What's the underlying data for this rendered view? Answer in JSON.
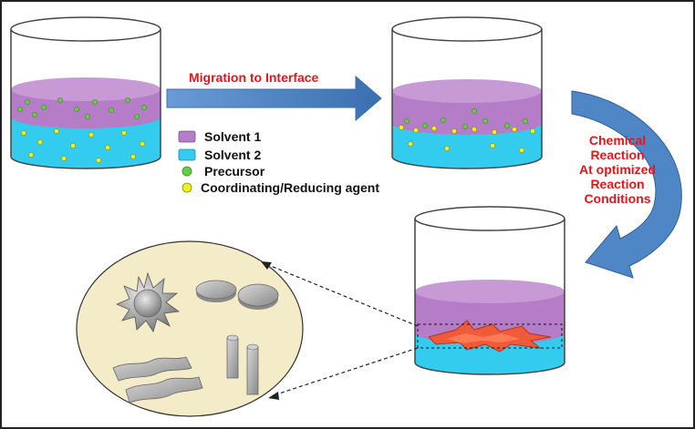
{
  "arrow_top_label": "Migration to Interface",
  "reaction_label": {
    "line1": "Chemical",
    "line2": "Reaction",
    "line3": "At optimized",
    "line4": "Reaction",
    "line5": "Conditions"
  },
  "legend": {
    "solvent1": "Solvent 1",
    "solvent2": "Solvent 2",
    "precursor": "Precursor",
    "agent": "Coordinating/Reducing agent"
  },
  "colors": {
    "solvent1": "#b57cc7",
    "solvent2": "#33ccee",
    "precursor": "#66cc44",
    "agent": "#f2f21a",
    "arrow": "#4f86c6",
    "label_red": "#e8141b",
    "zoom_circle": "#f4ecc9"
  }
}
